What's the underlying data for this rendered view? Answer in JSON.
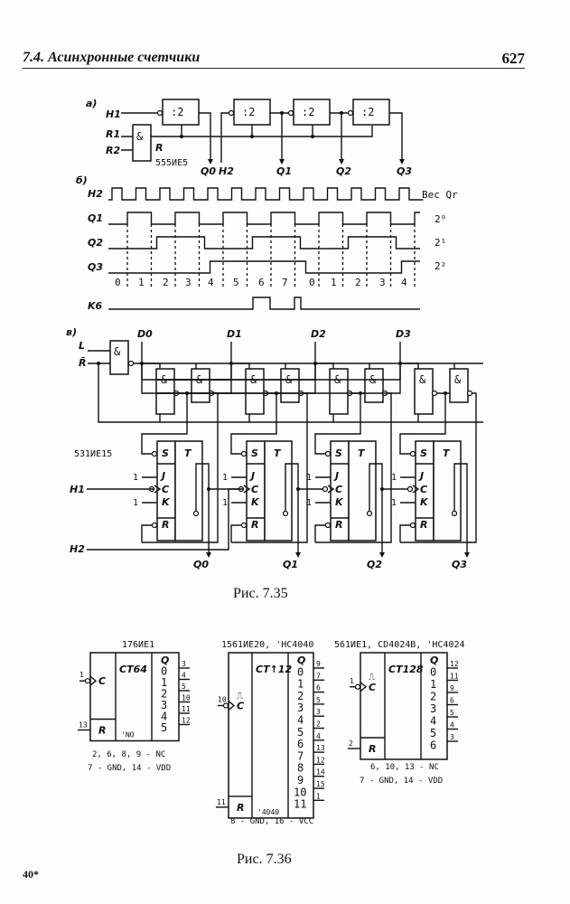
{
  "header": {
    "section_title": "7.4.  Асинхронные счетчики",
    "page_number": "627"
  },
  "fig35": {
    "caption": "Рис. 7.35",
    "a": {
      "label": "а)",
      "inputs": [
        "H1",
        "R1",
        "R2",
        "H2"
      ],
      "divider_label": ":2",
      "and_label": "&",
      "reset_label": "R",
      "chip": "555ИЕ5",
      "outputs": [
        "Q0",
        "Q1",
        "Q2",
        "Q3"
      ]
    },
    "b": {
      "label": "б)",
      "signals": [
        "H2",
        "Q1",
        "Q2",
        "Q3",
        "K6"
      ],
      "weight_header": "Вес Qr",
      "weights": [
        "2⁰",
        "2¹",
        "2²"
      ],
      "states": [
        "0",
        "1",
        "2",
        "3",
        "4",
        "5",
        "6",
        "7",
        "0",
        "1",
        "2",
        "3",
        "4"
      ]
    },
    "v": {
      "label": "в)",
      "inputs": [
        "L",
        "R̄",
        "H1",
        "H2"
      ],
      "data_inputs": [
        "D0",
        "D1",
        "D2",
        "D3"
      ],
      "and_label": "&",
      "chip": "531ИЕ15",
      "ff_pins": [
        "S",
        "J",
        "C",
        "K",
        "R"
      ],
      "ff_label": "T",
      "const_one": "1",
      "outputs": [
        "Q0",
        "Q1",
        "Q2",
        "Q3"
      ]
    }
  },
  "fig36": {
    "caption": "Рис. 7.36",
    "chips": [
      {
        "title": "176ИЕ1",
        "function": "СТ64",
        "clock_pin": "1",
        "clock_label": "C",
        "reset_pin": "13",
        "reset_label": "R",
        "suffix": "'NO",
        "q_header": "Q",
        "outputs": [
          {
            "bit": "0",
            "pin": "3"
          },
          {
            "bit": "1",
            "pin": "4"
          },
          {
            "bit": "2",
            "pin": "5"
          },
          {
            "bit": "3",
            "pin": "10"
          },
          {
            "bit": "4",
            "pin": "11"
          },
          {
            "bit": "5",
            "pin": "12"
          }
        ],
        "notes": [
          "2, 6, 8, 9 - NC",
          "7 - GND, 14 - VDD"
        ]
      },
      {
        "title": "1561ИЕ20, 'HC4040",
        "function": "СТ↑12",
        "clock_pin": "10",
        "clock_label": "C",
        "schmitt": "⎍",
        "reset_pin": "11",
        "reset_label": "R",
        "suffix": "'4040",
        "q_header": "Q",
        "outputs": [
          {
            "bit": "0",
            "pin": "9"
          },
          {
            "bit": "1",
            "pin": "7"
          },
          {
            "bit": "2",
            "pin": "6"
          },
          {
            "bit": "3",
            "pin": "5"
          },
          {
            "bit": "4",
            "pin": "3"
          },
          {
            "bit": "5",
            "pin": "2"
          },
          {
            "bit": "6",
            "pin": "4"
          },
          {
            "bit": "7",
            "pin": "13"
          },
          {
            "bit": "8",
            "pin": "12"
          },
          {
            "bit": "9",
            "pin": "14"
          },
          {
            "bit": "10",
            "pin": "15"
          },
          {
            "bit": "11",
            "pin": "1"
          }
        ],
        "notes": [
          "8 - GND, 16 - VCC"
        ]
      },
      {
        "title": "561ИЕ1, CD4024B, 'HC4024",
        "function": "СТ128",
        "clock_pin": "1",
        "clock_label": "C",
        "schmitt": "⎍",
        "reset_pin": "2",
        "reset_label": "R",
        "q_header": "Q",
        "outputs": [
          {
            "bit": "0",
            "pin": "12"
          },
          {
            "bit": "1",
            "pin": "11"
          },
          {
            "bit": "2",
            "pin": "9"
          },
          {
            "bit": "3",
            "pin": "6"
          },
          {
            "bit": "4",
            "pin": "5"
          },
          {
            "bit": "5",
            "pin": "4"
          },
          {
            "bit": "6",
            "pin": "3"
          }
        ],
        "notes": [
          "6, 10, 13 - NC",
          "7 - GND, 14 - VDD"
        ]
      }
    ]
  },
  "footer": {
    "signature": "40*"
  }
}
